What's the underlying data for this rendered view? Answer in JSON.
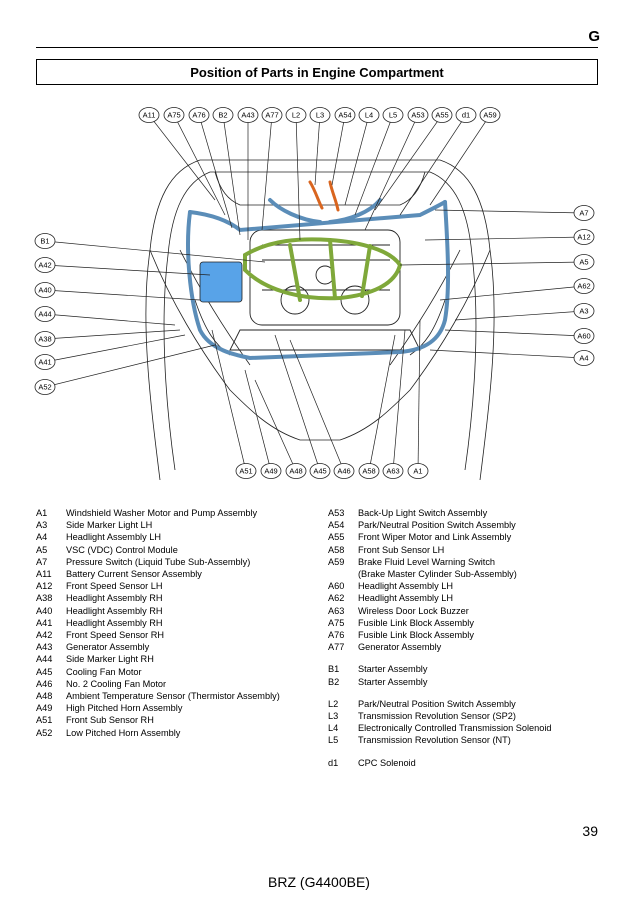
{
  "header": {
    "section_letter": "G",
    "title": "Position of Parts in Engine Compartment"
  },
  "diagram": {
    "top_labels": [
      "A11",
      "A75",
      "A76",
      "B2",
      "A43",
      "A77",
      "L2",
      "L3",
      "A54",
      "L4",
      "L5",
      "A53",
      "A55",
      "d1",
      "A59"
    ],
    "left_labels": [
      "B1",
      "A42",
      "A40",
      "A44",
      "A38",
      "A41",
      "A52"
    ],
    "right_labels": [
      "A7",
      "A12",
      "A5",
      "A62",
      "A3",
      "A60",
      "A4"
    ],
    "bottom_labels": [
      "A51",
      "A49",
      "A48",
      "A45",
      "A46",
      "A58",
      "A63",
      "A1"
    ],
    "colors": {
      "wire_blue": "#5b8db8",
      "harness_green": "#7fa83a",
      "battery_blue": "#58a3e8",
      "orange": "#d9651f",
      "line": "#222222"
    }
  },
  "legend_left": [
    {
      "code": "A1",
      "desc": "Windshield Washer Motor and Pump Assembly"
    },
    {
      "code": "A3",
      "desc": "Side Marker Light LH"
    },
    {
      "code": "A4",
      "desc": "Headlight Assembly LH"
    },
    {
      "code": "A5",
      "desc": "VSC (VDC) Control Module"
    },
    {
      "code": "A7",
      "desc": "Pressure Switch (Liquid Tube Sub-Assembly)"
    },
    {
      "code": "A11",
      "desc": "Battery Current Sensor Assembly"
    },
    {
      "code": "A12",
      "desc": "Front Speed Sensor LH"
    },
    {
      "code": "A38",
      "desc": "Headlight Assembly RH"
    },
    {
      "code": "A40",
      "desc": "Headlight Assembly RH"
    },
    {
      "code": "A41",
      "desc": "Headlight Assembly RH"
    },
    {
      "code": "A42",
      "desc": "Front Speed Sensor RH"
    },
    {
      "code": "A43",
      "desc": "Generator Assembly"
    },
    {
      "code": "A44",
      "desc": "Side Marker Light RH"
    },
    {
      "code": "A45",
      "desc": "Cooling Fan Motor"
    },
    {
      "code": "A46",
      "desc": "No. 2 Cooling Fan Motor"
    },
    {
      "code": "A48",
      "desc": "Ambient Temperature Sensor (Thermistor Assembly)"
    },
    {
      "code": "A49",
      "desc": "High Pitched Horn Assembly"
    },
    {
      "code": "A51",
      "desc": "Front Sub Sensor RH"
    },
    {
      "code": "A52",
      "desc": "Low Pitched Horn Assembly"
    }
  ],
  "legend_right": [
    {
      "code": "A53",
      "desc": "Back-Up Light Switch Assembly"
    },
    {
      "code": "A54",
      "desc": "Park/Neutral Position Switch Assembly"
    },
    {
      "code": "A55",
      "desc": "Front Wiper Motor and Link Assembly"
    },
    {
      "code": "A58",
      "desc": "Front Sub Sensor LH"
    },
    {
      "code": "A59",
      "desc": "Brake Fluid Level Warning Switch"
    },
    {
      "code": "",
      "desc": "(Brake Master Cylinder Sub-Assembly)"
    },
    {
      "code": "A60",
      "desc": "Headlight Assembly LH"
    },
    {
      "code": "A62",
      "desc": "Headlight Assembly LH"
    },
    {
      "code": "A63",
      "desc": "Wireless Door Lock Buzzer"
    },
    {
      "code": "A75",
      "desc": "Fusible Link Block Assembly"
    },
    {
      "code": "A76",
      "desc": "Fusible Link Block Assembly"
    },
    {
      "code": "A77",
      "desc": "Generator Assembly"
    },
    {
      "gap": true
    },
    {
      "code": "B1",
      "desc": "Starter Assembly"
    },
    {
      "code": "B2",
      "desc": "Starter Assembly"
    },
    {
      "gap": true
    },
    {
      "code": "L2",
      "desc": "Park/Neutral Position Switch Assembly"
    },
    {
      "code": "L3",
      "desc": "Transmission Revolution Sensor (SP2)"
    },
    {
      "code": "L4",
      "desc": "Electronically Controlled Transmission Solenoid"
    },
    {
      "code": "L5",
      "desc": "Transmission Revolution Sensor (NT)"
    },
    {
      "gap": true
    },
    {
      "code": "d1",
      "desc": "CPC Solenoid"
    }
  ],
  "footer": {
    "page_number": "39",
    "doc_id": "BRZ (G4400BE)"
  }
}
